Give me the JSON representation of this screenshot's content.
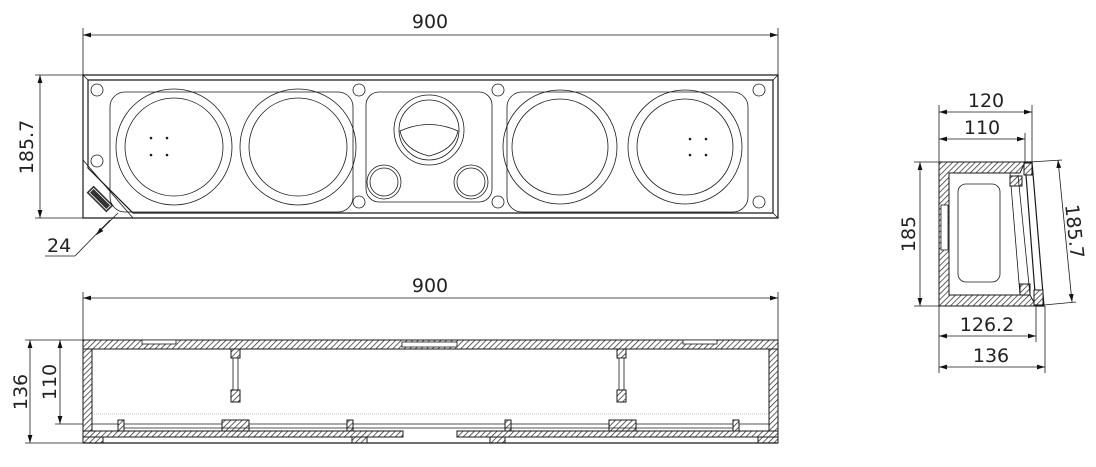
{
  "colors": {
    "line": "#1a1a1a",
    "background": "#ffffff"
  },
  "front_view": {
    "width_label": "900",
    "height_label": "185.7",
    "chamfer_label": "24"
  },
  "bottom_view": {
    "width_label": "900",
    "depth_label": "136",
    "inner_depth_label": "110"
  },
  "side_view": {
    "top_outer_label": "120",
    "top_inner_label": "110",
    "height_label": "185",
    "slant_label": "185.7",
    "bottom_inner_label": "126.2",
    "bottom_outer_label": "136"
  }
}
